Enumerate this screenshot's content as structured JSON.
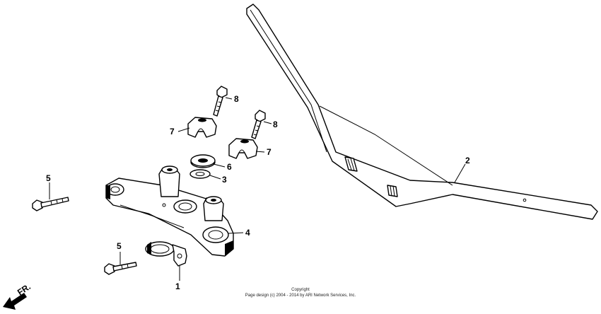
{
  "labels": {
    "p1": "1",
    "p2": "2",
    "p3": "3",
    "p4": "4",
    "p5a": "5",
    "p5b": "5",
    "p6": "6",
    "p7a": "7",
    "p7b": "7",
    "p8a": "8",
    "p8b": "8"
  },
  "direction": "FR.",
  "footer": {
    "title": "Copyright",
    "copyright": "Page design (c) 2004 - 2014 by ARI Network Services, Inc."
  }
}
